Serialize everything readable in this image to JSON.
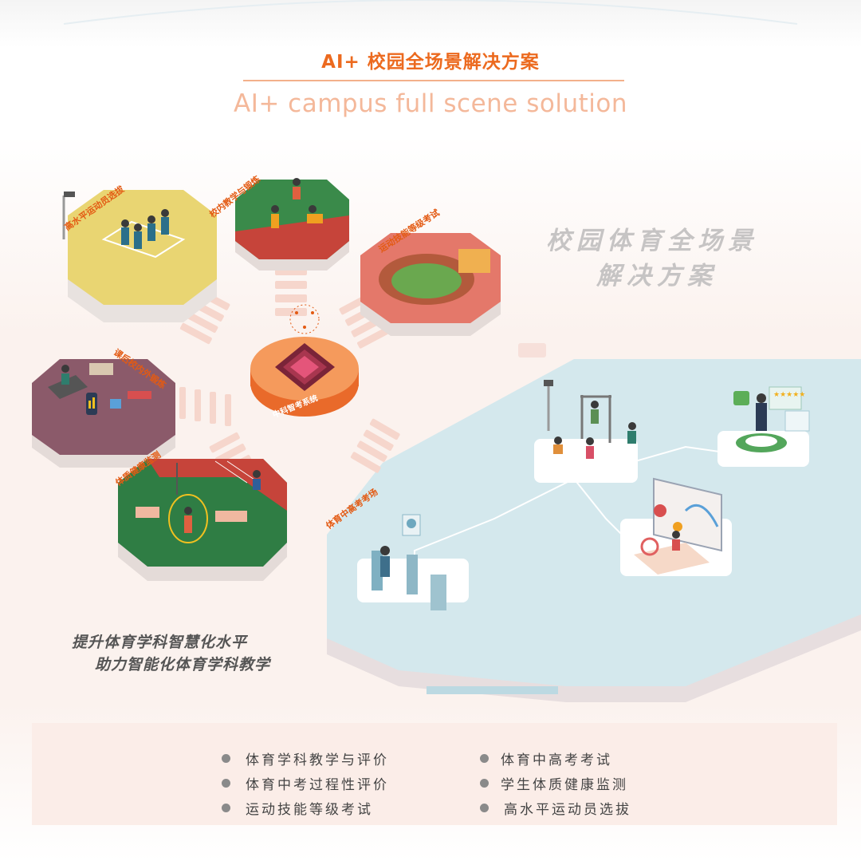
{
  "header": {
    "title": "AI+ 校园全场景解决方案",
    "subtitle": "AI+ campus full scene solution"
  },
  "tagline": {
    "line1": "校园体育全场景",
    "line2": "解决方案"
  },
  "hub": {
    "label": "中科智考系统"
  },
  "scenes": [
    {
      "label": "高水平运动员选拔",
      "color": "#e9d572"
    },
    {
      "label": "校内教学与锻炼",
      "color": "#3a8a4a"
    },
    {
      "label": "运动技能等级考试",
      "color": "#e4786a"
    },
    {
      "label": "课后校内外锻炼",
      "color": "#8b5a6a"
    },
    {
      "label": "体质健康监测",
      "color": "#2f7d44"
    },
    {
      "label": "体育中高考考场",
      "color": "#c9e1e8"
    }
  ],
  "slogan": {
    "line1": "提升体育学科智慧化水平",
    "line2": "助力智能化体育学科教学"
  },
  "features": {
    "left": [
      "体育学科教学与评价",
      "体育中考过程性评价",
      "运动技能等级考试"
    ],
    "right": [
      "体育中高考考试",
      "学生体质健康监测",
      "高水平运动员选拔"
    ]
  },
  "colors": {
    "accent": "#ec6a1f",
    "subtitle": "#f4b89a",
    "tagline": "#c6c4c4",
    "bottom_band": "#fbede8",
    "platform": "#d4e8ed"
  }
}
